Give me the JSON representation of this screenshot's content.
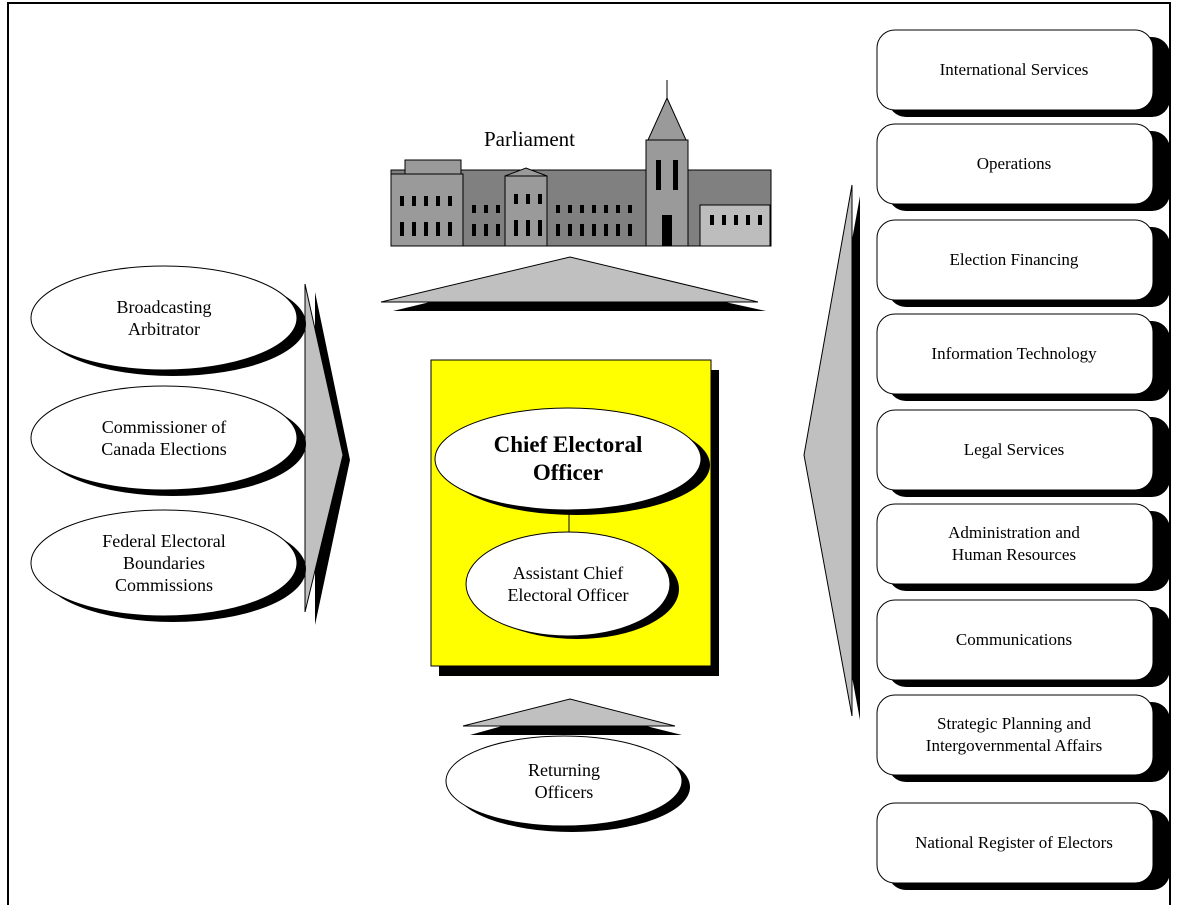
{
  "parliament": {
    "label": "Parliament"
  },
  "center": {
    "chief": "Chief Electoral\nOfficer",
    "assistant": "Assistant Chief\nElectoral Officer",
    "fill_color": "#ffff00"
  },
  "left_bodies": [
    "Broadcasting\nArbitrator",
    "Commissioner of\nCanada Elections",
    "Federal Electoral\nBoundaries\nCommissions"
  ],
  "bottom": {
    "returning": "Returning\nOfficers"
  },
  "directorates": [
    "International Services",
    "Operations",
    "Election Financing",
    "Information Technology",
    "Legal Services",
    "Administration and\nHuman Resources",
    "Communications",
    "Strategic Planning and\nIntergovernmental Affairs",
    "National Register of Electors"
  ],
  "colors": {
    "arrow": "#c0c0c0",
    "shadow": "#000000",
    "building": "#808080"
  }
}
